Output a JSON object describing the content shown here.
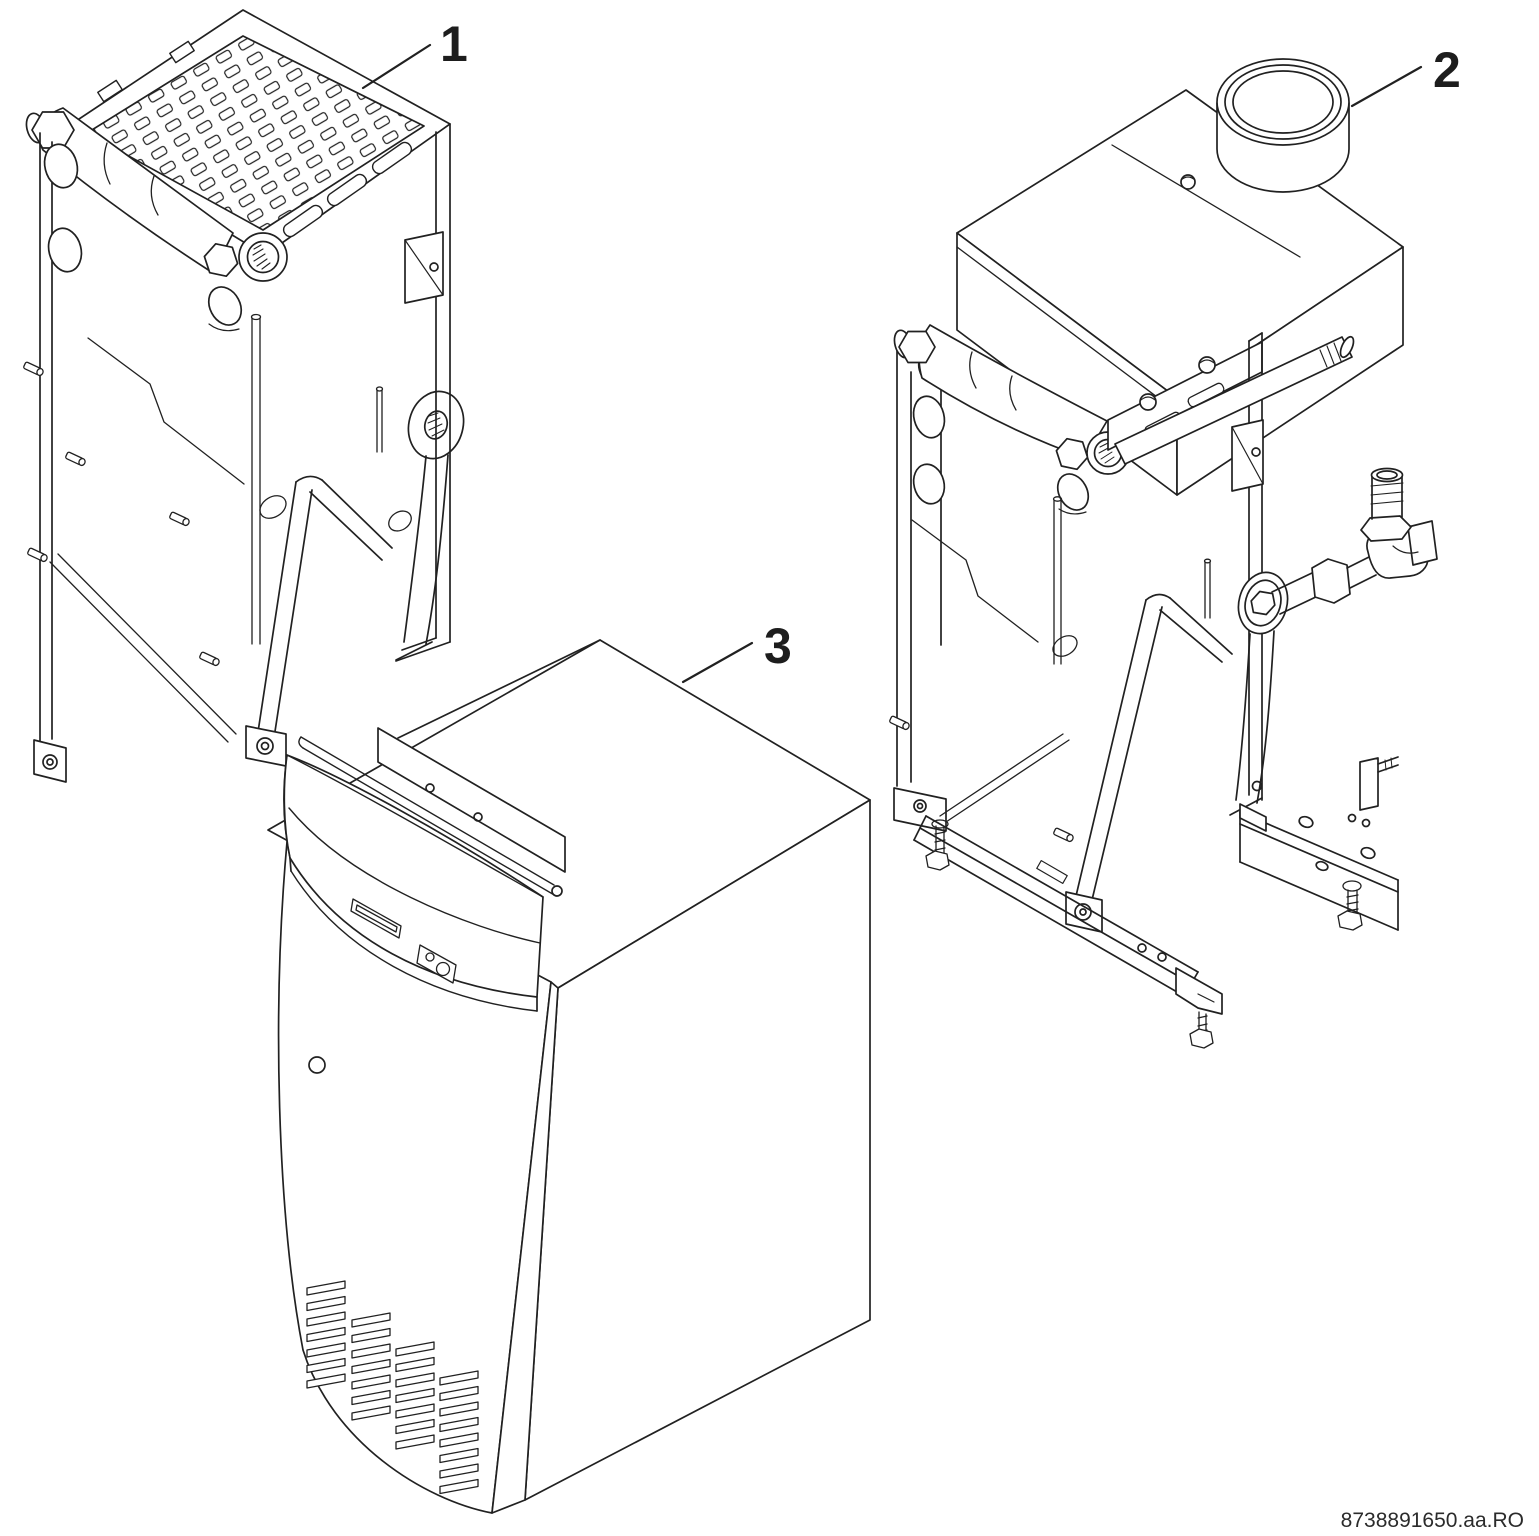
{
  "document": {
    "drawing_code": "8738891650.aa.RO",
    "background_color": "#ffffff",
    "line_color": "#212121",
    "label_color": "#1d1d1d"
  },
  "callouts": [
    {
      "label": "1"
    },
    {
      "label": "2"
    },
    {
      "label": "3"
    }
  ]
}
